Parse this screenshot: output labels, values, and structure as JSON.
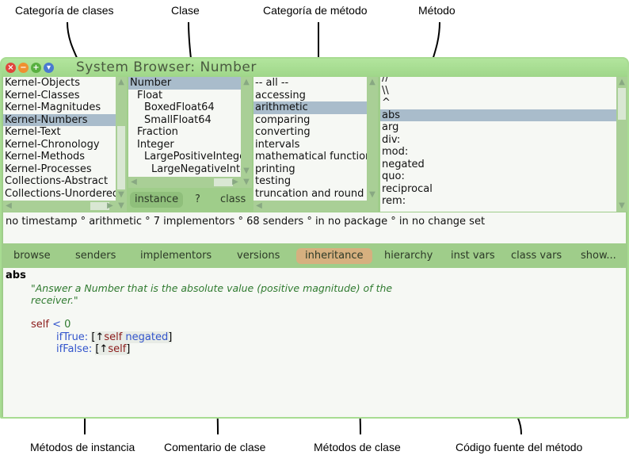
{
  "annotations": {
    "top": [
      "Categoría de clases",
      "Clase",
      "Categoría de método",
      "Método"
    ],
    "bottom": [
      "Métodos de instancia",
      "Comentario de clase",
      "Métodos de clase",
      "Código fuente del método"
    ]
  },
  "window": {
    "title": "System Browser: Number",
    "buttons": [
      "close",
      "minimize",
      "expand",
      "menu"
    ]
  },
  "class_categories": {
    "items": [
      "Kernel-Objects",
      "Kernel-Classes",
      "Kernel-Magnitudes",
      "Kernel-Numbers",
      "Kernel-Text",
      "Kernel-Chronology",
      "Kernel-Methods",
      "Kernel-Processes",
      "Collections-Abstract",
      "Collections-Unordered"
    ],
    "selected": "Kernel-Numbers"
  },
  "classes": {
    "items": [
      {
        "label": "Number",
        "indent": 0
      },
      {
        "label": "Float",
        "indent": 1
      },
      {
        "label": "BoxedFloat64",
        "indent": 2
      },
      {
        "label": "SmallFloat64",
        "indent": 2
      },
      {
        "label": "Fraction",
        "indent": 1
      },
      {
        "label": "Integer",
        "indent": 1
      },
      {
        "label": "LargePositiveInteger",
        "indent": 2
      },
      {
        "label": "LargeNegativeInteger",
        "indent": 3
      }
    ],
    "selected": "Number",
    "instance_label": "instance",
    "comment_label": "?",
    "class_label": "class"
  },
  "method_categories": {
    "items": [
      "-- all --",
      "accessing",
      "arithmetic",
      "comparing",
      "converting",
      "intervals",
      "mathematical functions",
      "printing",
      "testing",
      "truncation and round"
    ],
    "selected": "arithmetic"
  },
  "methods": {
    "items": [
      "//",
      "\\\\",
      "^",
      "abs",
      "arg",
      "div:",
      "mod:",
      "negated",
      "quo:",
      "reciprocal",
      "rem:"
    ],
    "selected": "abs"
  },
  "status": "no timestamp ° arithmetic ° 7 implementors ° 68 senders ° in no package ° in no change set",
  "toolbar": [
    "browse",
    "senders",
    "implementors",
    "versions",
    "inheritance",
    "hierarchy",
    "inst vars",
    "class vars",
    "show..."
  ],
  "toolbar_active": "inheritance",
  "code": {
    "selector": "abs",
    "comment1": "\"Answer a Number that is the absolute value (positive magnitude) of the",
    "comment2": " receiver.\"",
    "self": "self",
    "lt": "<",
    "zero": "0",
    "iftrue": "ifTrue:",
    "iffalse": "ifFalse:",
    "lb": "[",
    "rb": "]",
    "caret": "↑",
    "negated": "negated"
  },
  "colors": {
    "window": "#9fcd8a",
    "selection": "#a9bccb",
    "active_button": "#d6b07f",
    "comment": "#2f7a2f",
    "keyword": "#3355cc",
    "self": "#8b1a1a"
  }
}
